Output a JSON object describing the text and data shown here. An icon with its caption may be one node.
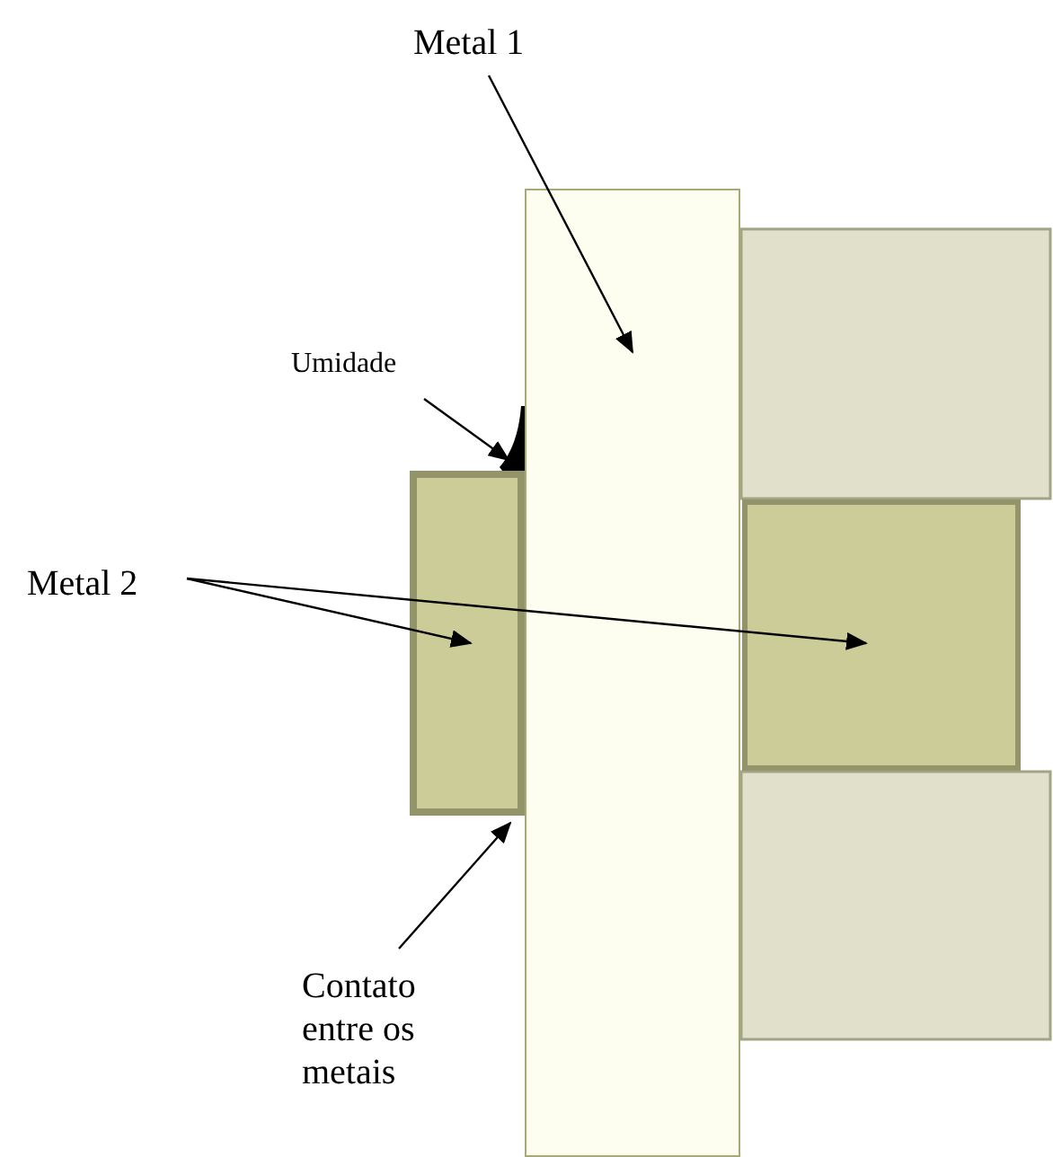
{
  "diagram": {
    "nodes": [
      {
        "text": [
          "Metal 1"
        ]
      },
      {
        "text": [],
        "shape": "bar"
      },
      {
        "text": [
          "Umidade"
        ]
      },
      {
        "text": [],
        "shape": "drop"
      },
      {
        "text": [
          "Metal 2"
        ]
      },
      {
        "text": [],
        "shape": "box"
      },
      {
        "text": [],
        "shape": "box"
      },
      {
        "text": [
          "Contato entre os metais"
        ]
      }
    ],
    "edges": [
      {
        "from": 0,
        "to": 1,
        "arrow": "to"
      },
      {
        "from": 2,
        "to": 3,
        "arrow": "to"
      },
      {
        "from": 4,
        "to": 5,
        "arrow": "to"
      },
      {
        "from": 4,
        "to": 6,
        "arrow": "to"
      },
      {
        "from": 7,
        "to": 5,
        "arrow": "to"
      }
    ]
  }
}
